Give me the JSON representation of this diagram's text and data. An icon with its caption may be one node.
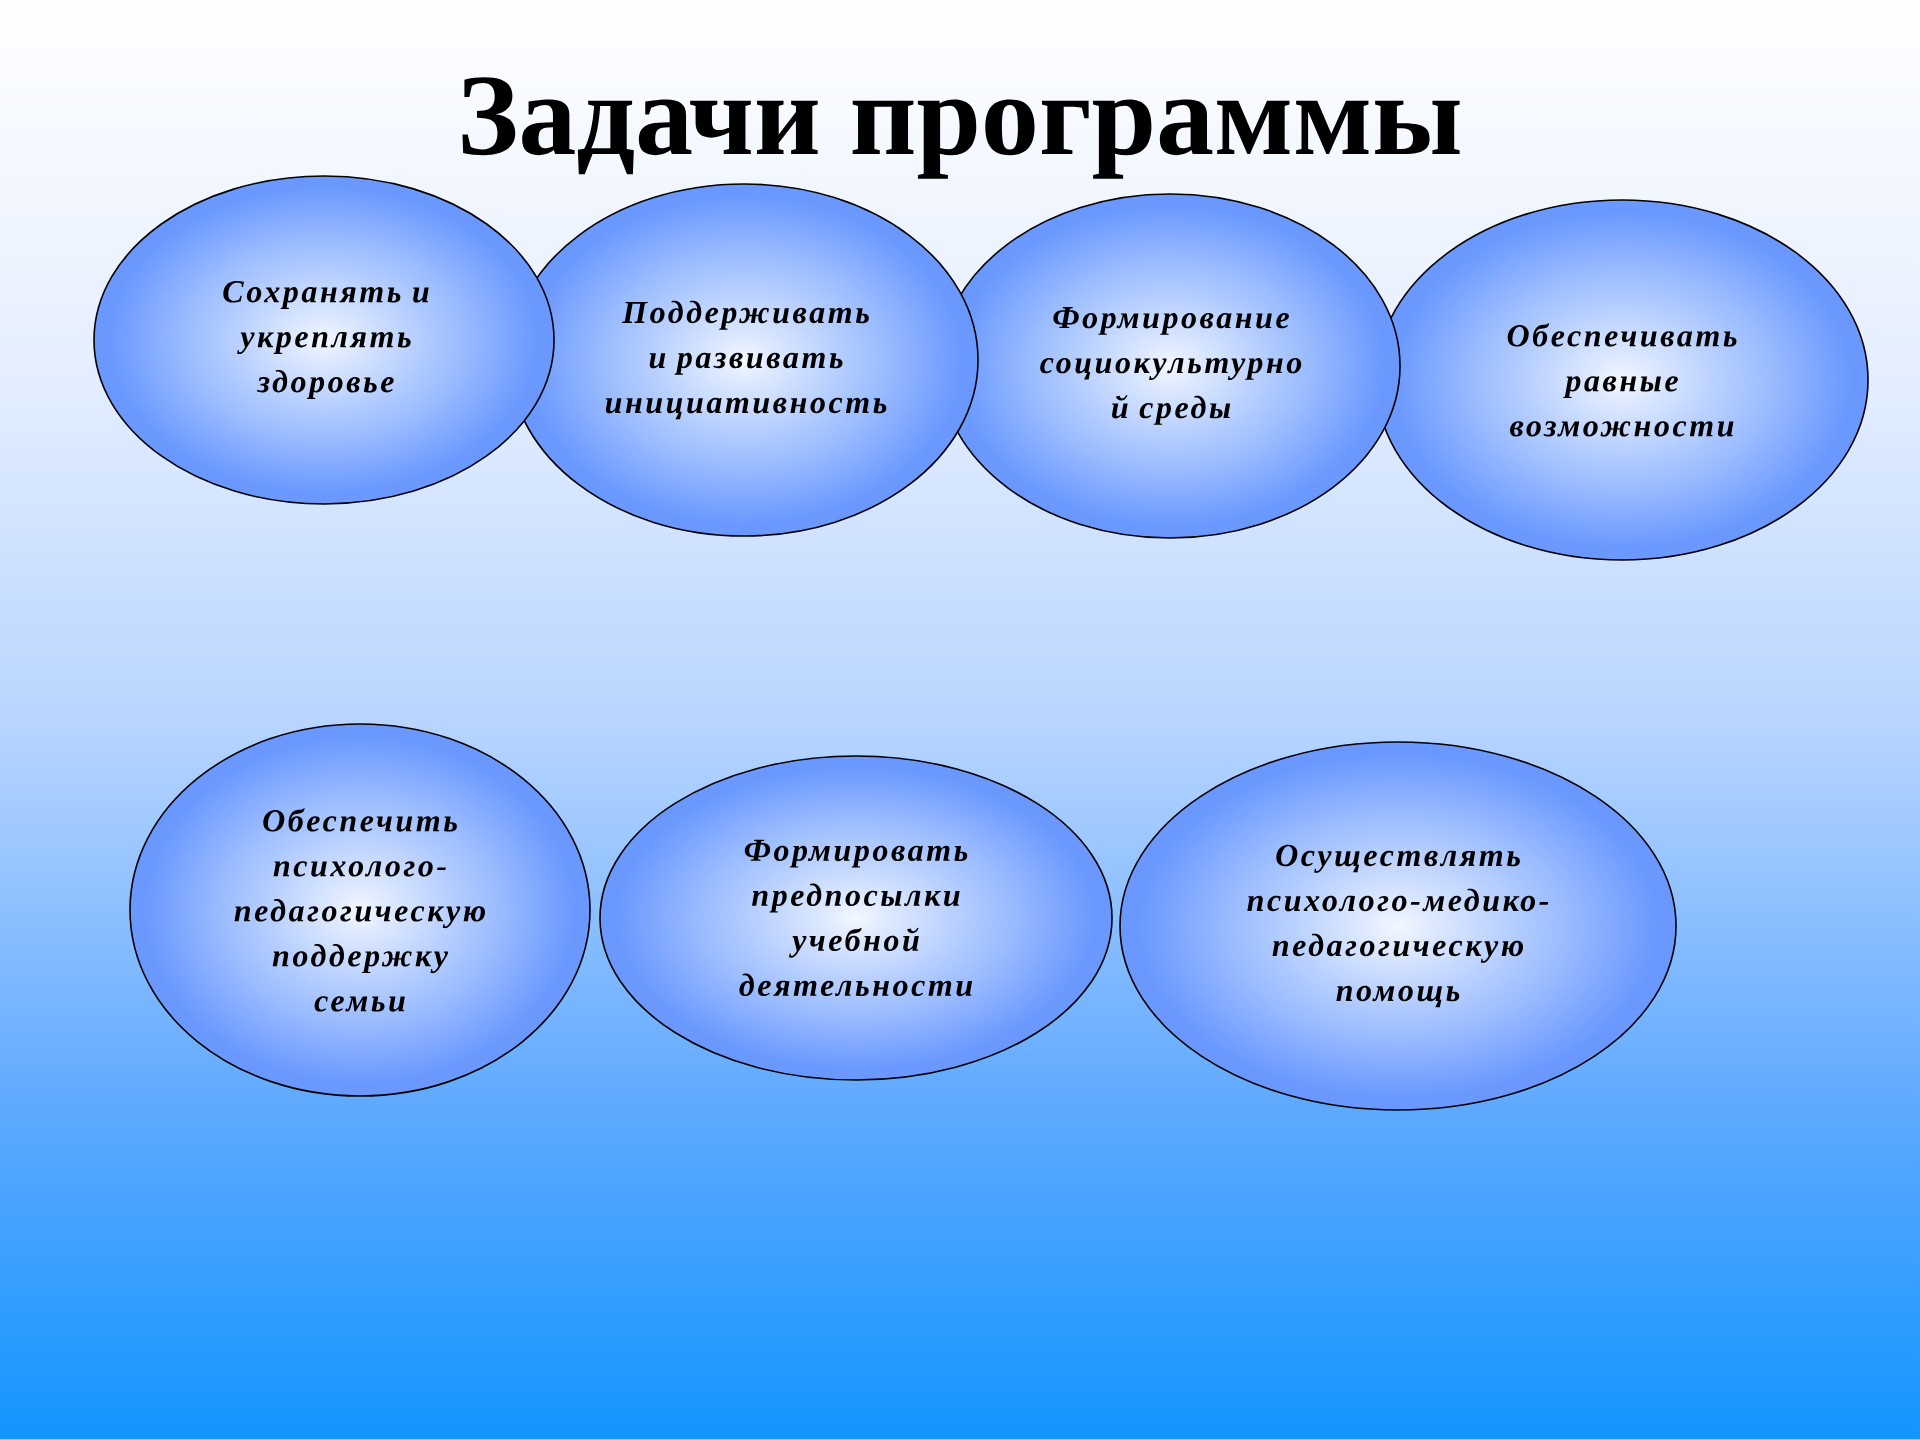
{
  "diagram": {
    "title": "Задачи программы",
    "nodes": [
      {
        "text": [
          "Сохранять и укреплять здоровье"
        ]
      },
      {
        "text": [
          "Поддерживать и развивать инициативность"
        ]
      },
      {
        "text": [
          "Формирование социокультурно й среды"
        ]
      },
      {
        "text": [
          "Обеспечивать равные возможности"
        ]
      },
      {
        "text": [
          "Обеспечить психолого- педагогическую поддержку семьи"
        ]
      },
      {
        "text": [
          "Формировать предпосылки учебной деятельности"
        ]
      },
      {
        "text": [
          "Осуществлять психолого-медико- педагогическую помощь"
        ]
      }
    ]
  }
}
